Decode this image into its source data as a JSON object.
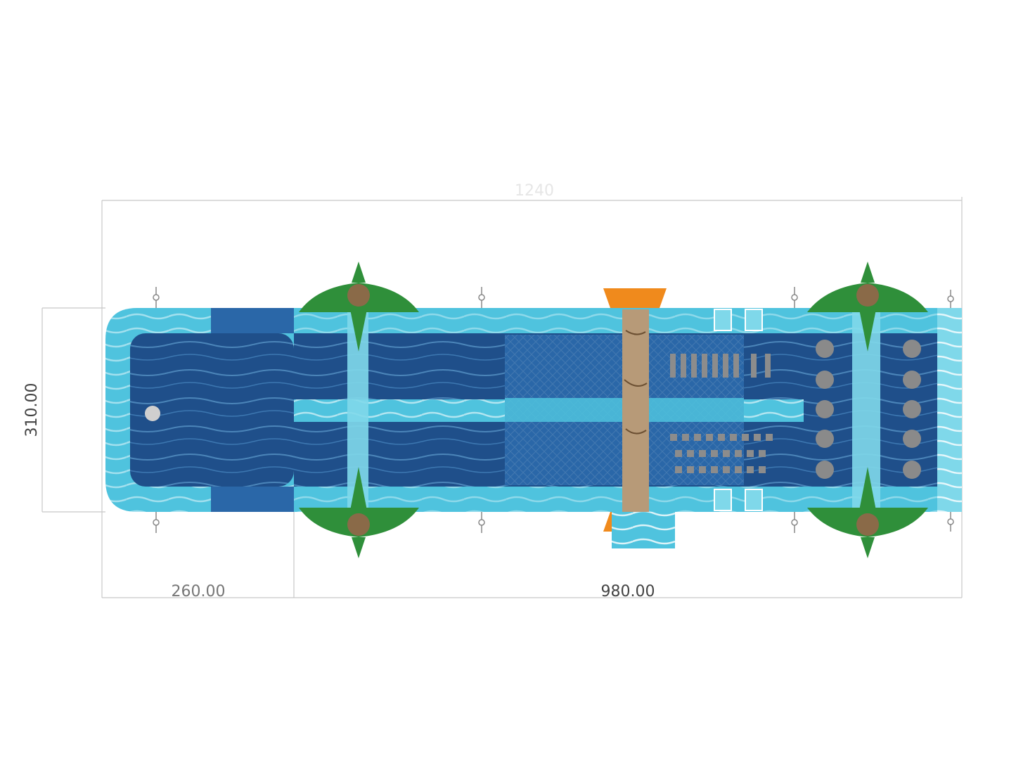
{
  "dimensions": {
    "total_length": "1240",
    "width": "310.00",
    "front_section": "260.00",
    "main_section": "980.00"
  },
  "colors": {
    "dark_blue": "#1f4f8a",
    "mid_blue": "#2a67a8",
    "light_blue": "#4fc3de",
    "aqua": "#7fd8ea",
    "green": "#2f8f3a",
    "trunk": "#8a6a48",
    "orange": "#f08a1c",
    "dim_line": "#bfbfbf",
    "dim_text": "#444444"
  }
}
